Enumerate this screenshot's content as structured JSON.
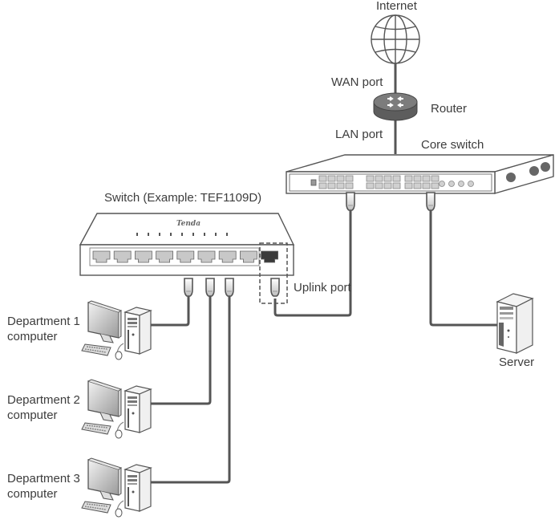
{
  "diagram": {
    "internet": {
      "label": "Internet",
      "icon": "globe-icon"
    },
    "router": {
      "label": "Router",
      "wan_port_label": "WAN port",
      "lan_port_label": "LAN port",
      "icon": "router-icon"
    },
    "core_switch": {
      "label": "Core switch",
      "icon": "rack-switch-icon"
    },
    "switch": {
      "label": "Switch (Example: TEF1109D)",
      "brand": "Tenda",
      "port_count": 9,
      "uplink_port_label": "Uplink port"
    },
    "server": {
      "label": "Server",
      "icon": "server-icon"
    },
    "computers": [
      {
        "line1": "Department 1",
        "line2": "computer"
      },
      {
        "line1": "Department 2",
        "line2": "computer"
      },
      {
        "line1": "Department 3",
        "line2": "computer"
      }
    ],
    "colors": {
      "cable": "#555555",
      "device_outline": "#555555",
      "port_fill": "#c8c8c8",
      "uplink_port_fill": "#3a3a3a",
      "router_fill": "#6e6e6e",
      "text": "#3d3d3d"
    }
  }
}
